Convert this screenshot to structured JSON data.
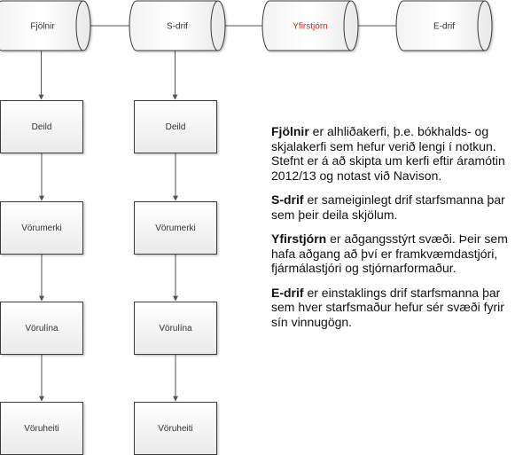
{
  "databases": [
    {
      "id": "fjolnir",
      "label": "Fjölnir",
      "highlight": false
    },
    {
      "id": "sdrif",
      "label": "S-drif",
      "highlight": false
    },
    {
      "id": "yfirstjorn",
      "label": "Yfirstjórn",
      "highlight": true
    },
    {
      "id": "edrif",
      "label": "E-drif",
      "highlight": false
    }
  ],
  "columns": [
    {
      "parent": "fjolnir",
      "boxes": [
        "Deild",
        "Vörumerki",
        "Vörulína",
        "Vöruheiti"
      ]
    },
    {
      "parent": "sdrif",
      "boxes": [
        "Deild",
        "Vörumerki",
        "Vörulína",
        "Vöruheiti"
      ]
    }
  ],
  "descriptions": [
    {
      "term": "Fjölnir",
      "text": " er alhliðakerfi, þ.e. bókhalds- og skjalakerfi sem hefur verið lengi í notkun. Stefnt er á að skipta um kerfi eftir áramótin 2012/13 og notast við Navison."
    },
    {
      "term": "S-drif",
      "text": " er sameiginlegt drif starfsmanna þar sem þeir deila skjölum."
    },
    {
      "term": "Yfirstjórn",
      "text": " er aðgangsstýrt svæði. Þeir sem hafa aðgang að því er framkvæmdastjóri, fjármálastjóri og stjórnarformaður."
    },
    {
      "term": "E-drif",
      "text": " er einstaklings drif starfsmanna þar sem hver starfsmaður hefur sér svæði fyrir sín vinnugögn."
    }
  ],
  "colors": {
    "highlight": "#e0201b",
    "stroke": "#3a3a3a",
    "line": "#555555"
  }
}
